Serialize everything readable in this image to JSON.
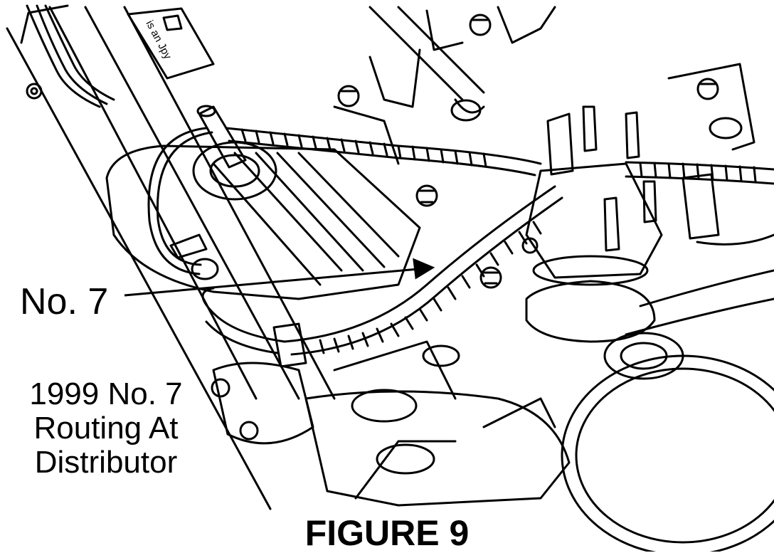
{
  "callout": {
    "label": "No.  7"
  },
  "caption": {
    "line1": "1999 No.  7",
    "line2": "Routing At",
    "line3": "Distributor"
  },
  "figure": {
    "title": "FIGURE 9"
  },
  "stamp": {
    "text": "is an Jpy"
  },
  "colors": {
    "ink": "#000000",
    "paper": "#ffffff"
  }
}
